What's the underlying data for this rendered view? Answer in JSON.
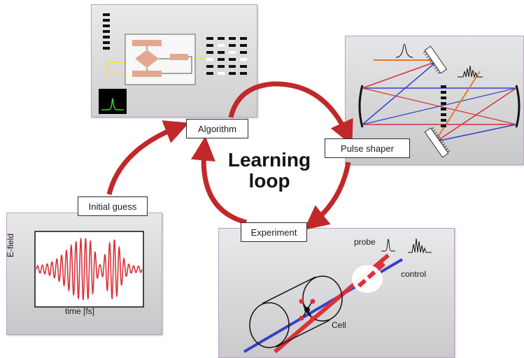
{
  "diagram": {
    "center_title_line1": "Learning",
    "center_title_line2": "loop",
    "nodes": {
      "algorithm": "Algorithm",
      "pulse_shaper": "Pulse shaper",
      "experiment": "Experiment",
      "initial_guess": "Initial guess"
    },
    "initial_guess_plot": {
      "ylabel": "E-field",
      "xlabel": "time [fs]"
    },
    "experiment_panel": {
      "probe": "probe",
      "control": "control",
      "cell": "Cell"
    },
    "colors": {
      "arrow": "#c0282a",
      "beam_red": "#d8323a",
      "beam_blue": "#3a3fc8",
      "beam_orange": "#e07b2e",
      "flow_box": "#e3a892",
      "signal_green": "#3fd13f"
    }
  }
}
